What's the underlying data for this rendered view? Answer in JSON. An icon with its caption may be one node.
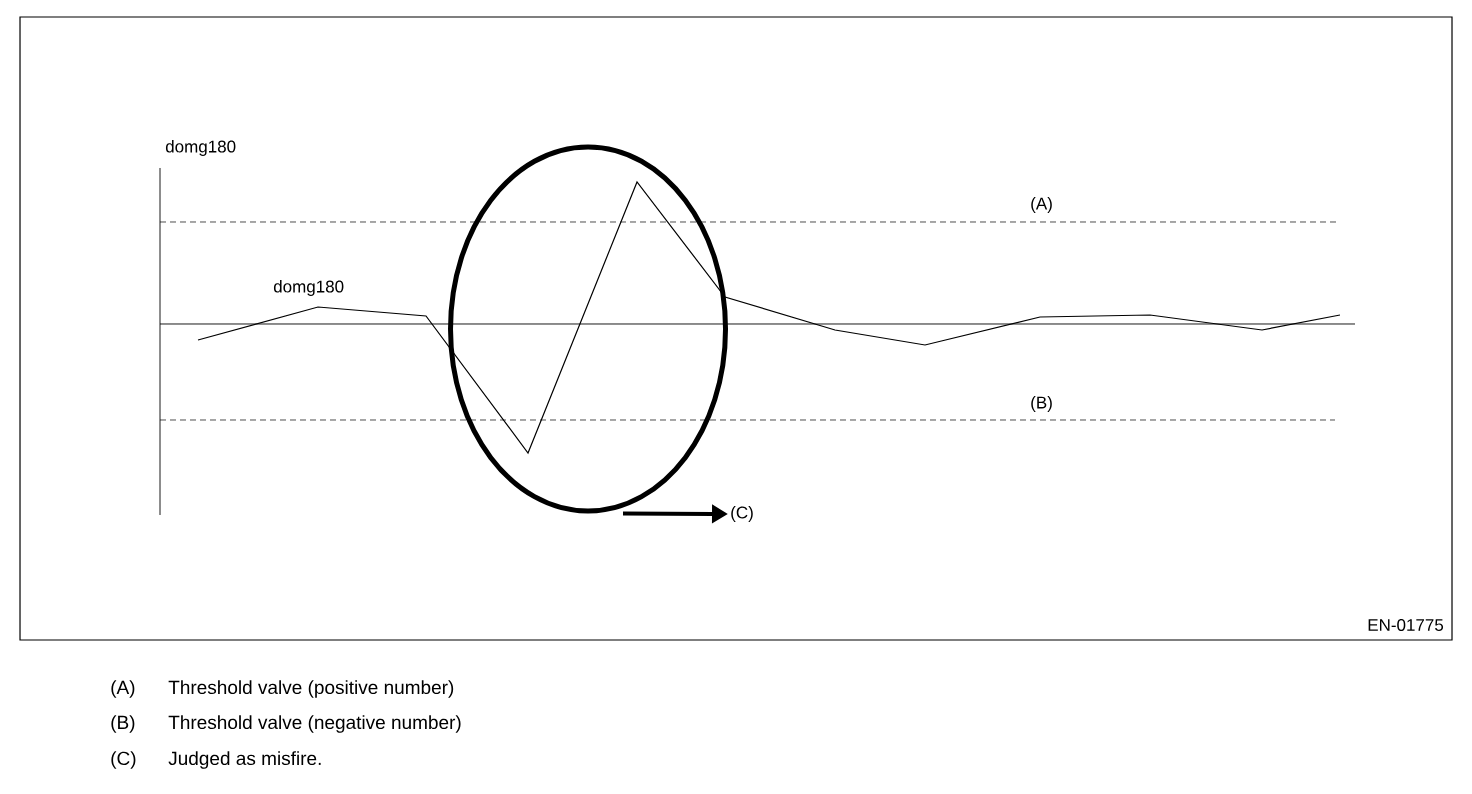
{
  "diagram": {
    "nodes": [
      {
        "text": [],
        "shape": "circle"
      },
      {
        "text": [
          "(C)"
        ]
      }
    ],
    "edges": [
      {
        "from": 0,
        "to": 1,
        "arrow": "to"
      }
    ],
    "labels": [
      "domg180",
      "domg180",
      "(A)",
      "(B)",
      "EN-01775",
      "(A)",
      "Threshold valve (positive number)",
      "(B)",
      "Threshold valve (negative number)",
      "(C)",
      "Judged as misfire."
    ]
  }
}
